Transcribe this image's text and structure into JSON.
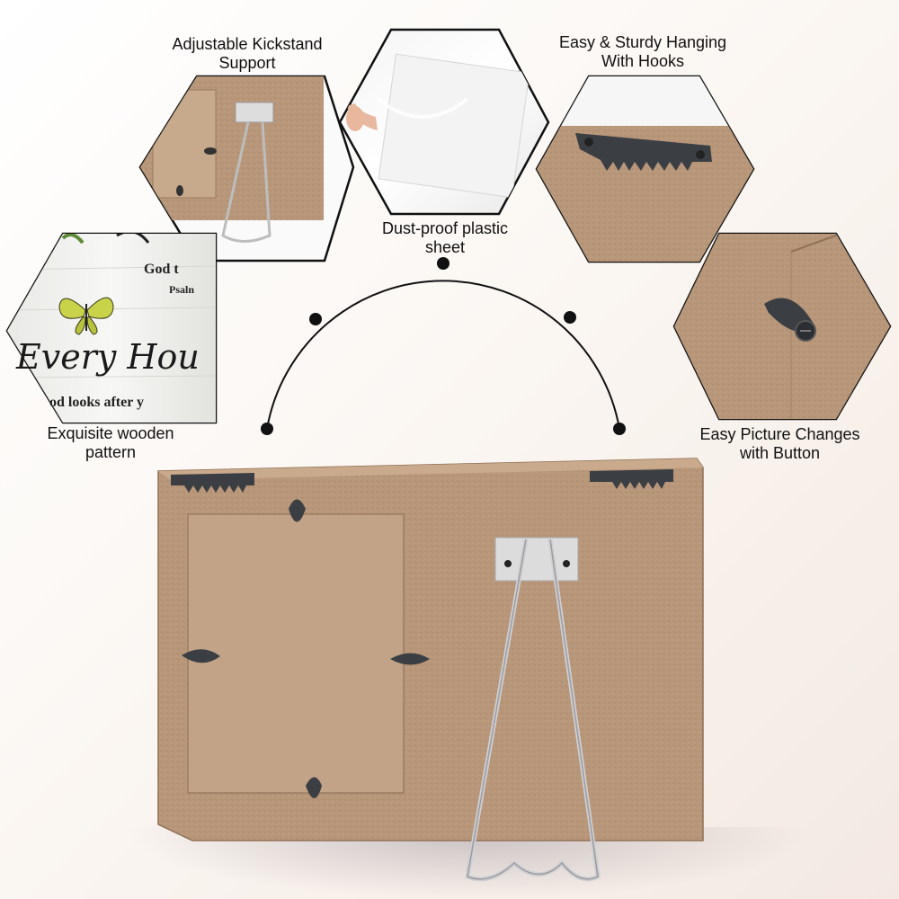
{
  "features": [
    {
      "id": "kickstand",
      "label": "Adjustable Kickstand\nSupport"
    },
    {
      "id": "plastic",
      "label": "Dust-proof plastic\nsheet"
    },
    {
      "id": "hooks",
      "label": "Easy & Sturdy Hanging\nWith Hooks"
    },
    {
      "id": "wooden",
      "label": "Exquisite wooden\npattern"
    },
    {
      "id": "button",
      "label": "Easy Picture Changes\nwith Button"
    }
  ],
  "sample_print": {
    "line1": "God t",
    "line2": "Psaln",
    "script_text": "Every Hou",
    "line3": "od looks after y"
  },
  "colors": {
    "board": "#b9987a",
    "board_dark": "#a88766",
    "hardware": "#3b3f44",
    "wire": "#c9c9cc",
    "accent_dot": "#111111"
  }
}
